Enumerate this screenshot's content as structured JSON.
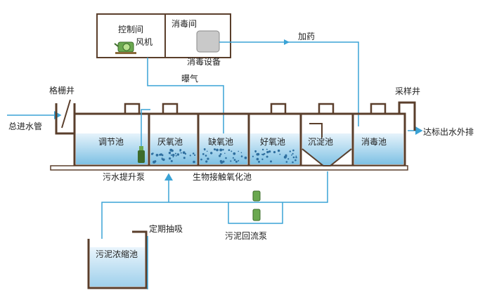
{
  "labels": {
    "control_room": "控制间",
    "disinfect_room": "消毒间",
    "blower": "风机",
    "disinfect_equipment": "消毒设备",
    "dosing": "加药",
    "aeration": "曝气",
    "screen_well": "格栅井",
    "sampling_well": "采样井",
    "main_inlet": "总进水管",
    "discharge": "达标出水外排",
    "equalization_tank": "调节池",
    "anaerobic_tank": "厌氧池",
    "anoxic_tank": "缺氧池",
    "aerobic_tank": "好氧池",
    "settling_tank": "沉淀池",
    "disinfection_tank": "消毒池",
    "lift_pump": "污水提升泵",
    "contact_oxidation": "生物接触氧化池",
    "periodic_suction": "定期抽吸",
    "sludge_return_pump": "污泥回流泵",
    "sludge_thickener": "污泥浓缩池"
  },
  "colors": {
    "water_top": "#e6f3fb",
    "water_bottom": "#7ec1e4",
    "wall": "#5a3e2b",
    "pipe": "#3aa3d6",
    "pump": "#6aa84f",
    "bubble": "#2f6f9f"
  },
  "icons": [
    "blower-icon",
    "disinfect-equipment-icon",
    "lift-pump-icon",
    "sludge-return-pump-icon"
  ]
}
